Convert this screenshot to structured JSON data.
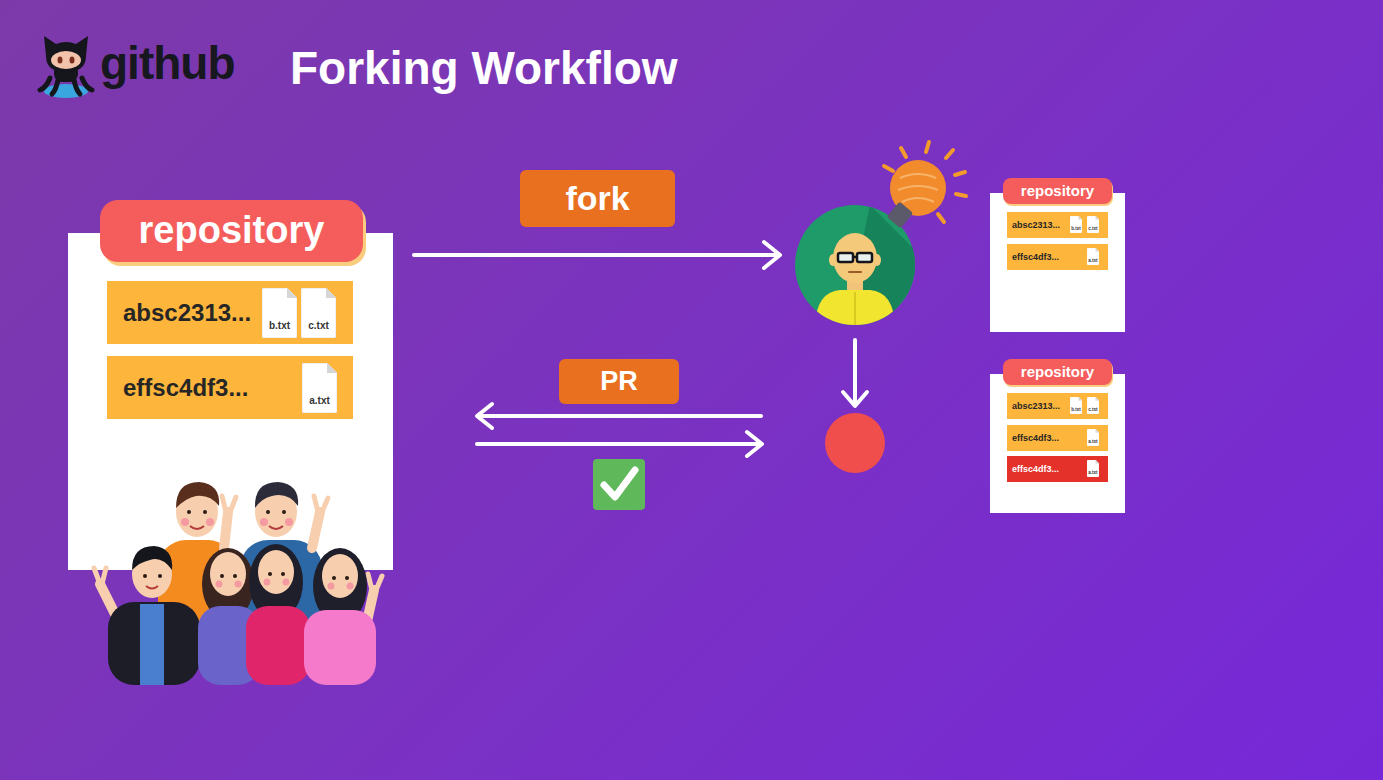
{
  "diagram": {
    "title": "Forking Workflow",
    "nodes": [
      {
        "text": [
          "repository"
        ]
      },
      {
        "text": [
          "absc2313..."
        ],
        "in": 0
      },
      {
        "text": [
          "b.txt"
        ],
        "in": 1
      },
      {
        "text": [
          "c.txt"
        ],
        "in": 1
      },
      {
        "text": [
          "effsc4df3..."
        ],
        "in": 0
      },
      {
        "text": [
          "a.txt"
        ],
        "in": 4
      },
      {
        "text": [
          "fork"
        ]
      },
      {
        "text": [
          "repository"
        ]
      },
      {
        "text": [
          "absc2313..."
        ],
        "in": 7
      },
      {
        "text": [
          "b.txt"
        ],
        "in": 8
      },
      {
        "text": [
          "c.txt"
        ],
        "in": 8
      },
      {
        "text": [
          "effsc4df3..."
        ],
        "in": 7
      },
      {
        "text": [
          "a.txt"
        ],
        "in": 11
      },
      {
        "text": [
          "PR"
        ]
      },
      {
        "text": [
          "repository"
        ]
      },
      {
        "text": [
          "absc2313..."
        ],
        "in": 14
      },
      {
        "text": [
          "b.txt"
        ],
        "in": 15
      },
      {
        "text": [
          "c.txt"
        ],
        "in": 15
      },
      {
        "text": [
          "effsc4df3..."
        ],
        "in": 14
      },
      {
        "text": [
          "a.txt"
        ],
        "in": 18
      },
      {
        "text": [
          "effsc4df3..."
        ],
        "in": 14
      },
      {
        "text": [
          "a.txt"
        ],
        "in": 20
      }
    ],
    "labels": [
      "github"
    ]
  }
}
